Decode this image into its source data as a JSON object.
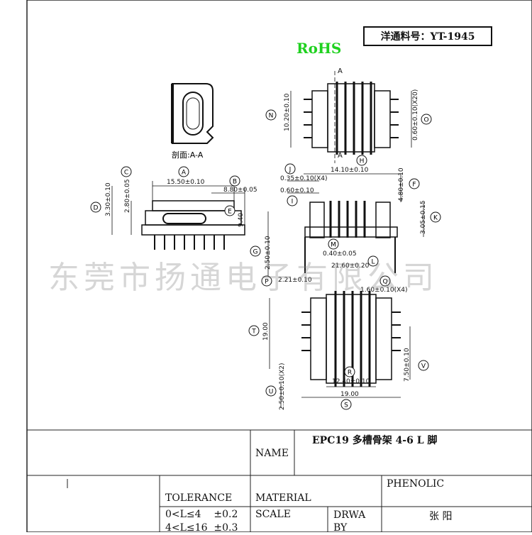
{
  "part_number": "洋通料号：YT-1945",
  "rohs": "RoHS",
  "section_label": "剖面:A-A",
  "section_marks": [
    "A",
    "A"
  ],
  "dimensions": {
    "a": "15.50±0.10",
    "b": "8.80±0.05",
    "c": "2.80±0.05",
    "d": "3.30±0.10",
    "e": "9.40",
    "h": "14.10±0.10",
    "j": "0.35±0.10(X4)",
    "k_top": "0.60±0.10",
    "f": "4.80±0.10",
    "k": "3.05±0.15",
    "n": "10.20±0.10",
    "o": "0.60±0.10(X20)",
    "m": "0.40±0.05",
    "l": "21.60±0.20",
    "g": "2.50±0.10",
    "p": "2.21±0.10",
    "q": "1.60±0.10(X4)",
    "t": "19.00",
    "r": "12.40±0.10",
    "v": "7.50±0.10",
    "s": "19.00",
    "u": "2.50±0.10(X2)"
  },
  "callouts": [
    "A",
    "B",
    "C",
    "D",
    "E",
    "F",
    "G",
    "H",
    "I",
    "J",
    "K",
    "L",
    "M",
    "N",
    "O",
    "P",
    "Q",
    "R",
    "S",
    "T",
    "U",
    "V"
  ],
  "watermark": "东莞市扬通电子有限公司",
  "title_block": {
    "name_label": "NAME",
    "name_value": "EPC19 多槽骨架 4-6 L 脚",
    "material_value": "PHENOLIC",
    "tolerance_label": "TOLERANCE",
    "material_label": "MATERIAL",
    "tol_1": "0<L≤4    ±0.2",
    "tol_2": "4<L≤16  ±0.3",
    "scale_label": "SCALE",
    "drawn_label": "DRWA BY",
    "drawn_value": "张 阳"
  }
}
